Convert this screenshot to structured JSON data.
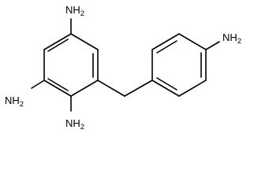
{
  "molecule": {
    "groups": {
      "top_ring_amine": {
        "element": "N",
        "hydrogens": "H",
        "count": "2"
      },
      "left_ring_amine": {
        "element": "N",
        "hydrogens": "H",
        "count": "2"
      },
      "bottom_ring_amine": {
        "element": "N",
        "hydrogens": "H",
        "count": "2"
      },
      "para_amine": {
        "element": "N",
        "hydrogens": "H",
        "count": "2"
      }
    }
  },
  "colors": {
    "bond": "#000000",
    "label": "#000000",
    "background": "#ffffff"
  }
}
